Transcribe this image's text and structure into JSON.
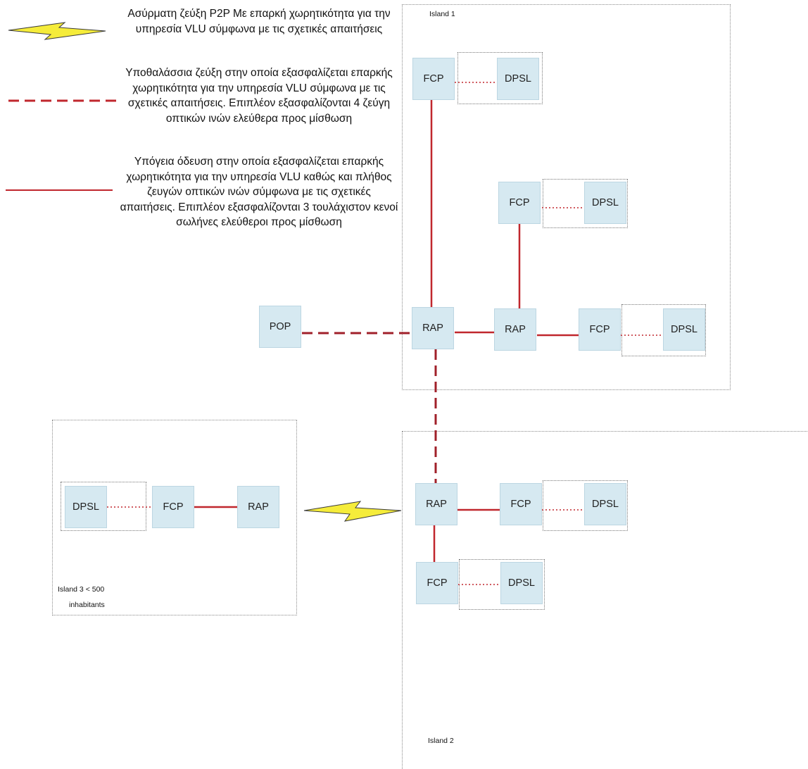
{
  "legend": {
    "wireless": "Ασύρματη ζεύξη P2P Με επαρκή χωρητικότητα για την υπηρεσία VLU σύμφωνα με τις σχετικές απαιτήσεις",
    "submarine": "Υποθαλάσσια ζεύξη στην οποία εξασφαλίζεται επαρκής χωρητικότητα για την υπηρεσία VLU σύμφωνα με τις σχετικές απαιτήσεις. Επιπλέον εξασφαλίζονται 4 ζεύγη οπτικών ινών ελεύθερα προς μίσθωση",
    "underground": "Υπόγεια όδευση στην οποία εξασφαλίζεται επαρκής χωρητικότητα για την υπηρεσία VLU καθώς και πλήθος ζευγών οπτικών ινών σύμφωνα με τις σχετικές απαιτήσεις. Επιπλέον εξασφαλίζονται 3 τουλάχιστον κενοί σωλήνες ελεύθεροι προς μίσθωση"
  },
  "islands": {
    "island1": "Island 1",
    "island2": "Island 2",
    "island3_line1": "Island 3 < 500",
    "island3_line2": "inhabitants"
  },
  "nodes": {
    "pop": "POP",
    "rap": "RAP",
    "fcp": "FCP",
    "dpsl": "DPSL"
  },
  "colors": {
    "link_red": "#c0272d",
    "node_fill": "#d6e9f1",
    "lightning_fill": "#f5ec3a"
  },
  "icons": {
    "wireless_link": "lightning-bolt-icon"
  }
}
